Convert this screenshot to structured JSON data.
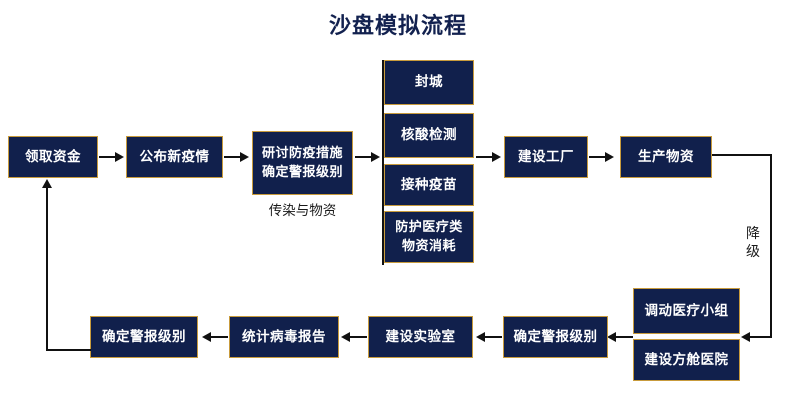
{
  "page": {
    "title": "沙盘模拟流程",
    "background_color": "#ffffff",
    "node_fill_color": "#11204c",
    "node_border_color": "#c89b3c",
    "node_text_color": "#ffffff",
    "connector_color": "#111111",
    "title_color": "#12214f"
  },
  "nodes": {
    "receive_funds": "领取资金",
    "announce_epidemic": "公布新疫情",
    "discuss_measures": "研讨防疫措施\n确定警报级别",
    "lockdown": "封城",
    "nucleic_acid_test": "核酸检测",
    "vaccination": "接种疫苗",
    "medical_supply_consumption": "防护医疗类\n物资消耗",
    "build_factory": "建设工厂",
    "produce_supplies": "生产物资",
    "mobilize_medical_team": "调动医疗小组",
    "build_shelter_hospital": "建设方舱医院",
    "set_alert_level_bottom": "确定警报级别",
    "build_lab": "建设实验室",
    "virus_report": "统计病毒报告",
    "confirm_alert_level_left": "确定警报级别"
  },
  "labels": {
    "infection_and_supplies": "传染与物资",
    "downgrade": "降级"
  }
}
